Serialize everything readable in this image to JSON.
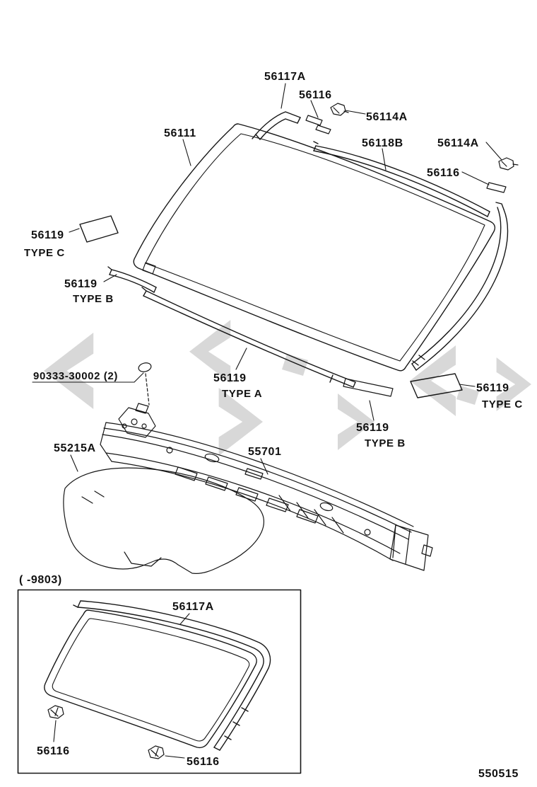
{
  "diagram": {
    "figure_code": "550515",
    "line_color": "#161616",
    "watermark_color": "#cfcfcf",
    "labels": {
      "molding_top": "56117A",
      "spacer_top": "56116",
      "clip_top": "56114A",
      "windshield_glass": "56111",
      "molding_upper": "56118B",
      "clip_side": "56114A",
      "spacer_side": "56116",
      "adhesive_left": "56119",
      "adhesive_left_type": "TYPE C",
      "dam_left": "56119",
      "dam_left_type": "TYPE B",
      "dam_lower": "56119",
      "dam_lower_type": "TYPE A",
      "screw_grommet": "90333-30002 (2)",
      "adhesive_right": "56119",
      "adhesive_right_type": "TYPE C",
      "dam_right": "56119",
      "dam_right_type": "TYPE B",
      "silencer_pad": "55215A",
      "cowl_top_panel": "55701",
      "inset_range": "( -9803)",
      "inset_molding": "56117A",
      "inset_clip_left": "56116",
      "inset_clip_bottom": "56116"
    }
  }
}
